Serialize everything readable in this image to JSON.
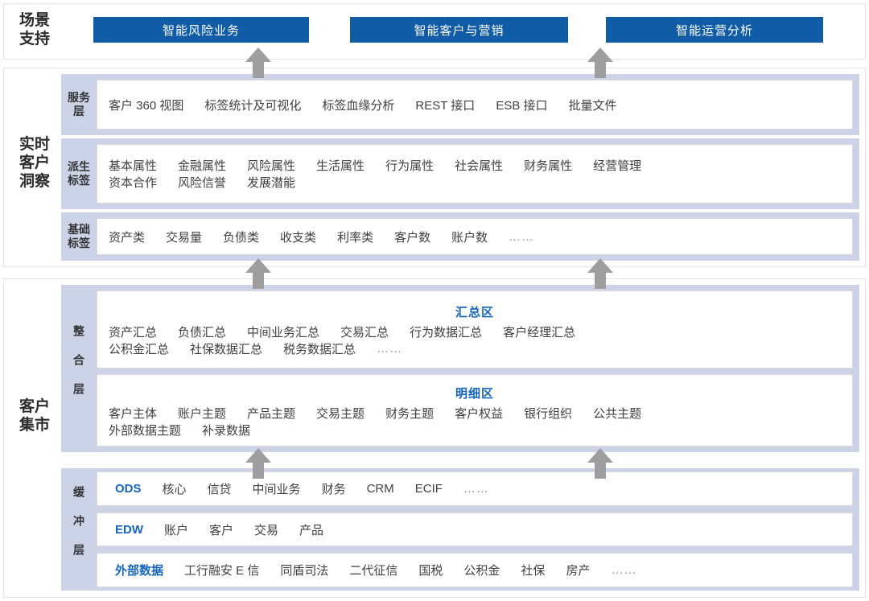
{
  "colors": {
    "accent_blue": "#115ca6",
    "text_blue": "#1565c0",
    "band": "#ccd3e7",
    "arrow_gray": "#9e9e9e",
    "panel_border": "#e3e3e3"
  },
  "scene": {
    "title": "场景\n支持",
    "title_lines": [
      "场景",
      "支持"
    ],
    "buttons": [
      {
        "label": "智能风险业务"
      },
      {
        "label": "智能客户与营销"
      },
      {
        "label": "智能运营分析"
      }
    ]
  },
  "insight": {
    "title_lines": [
      "实时",
      "客户",
      "洞察"
    ],
    "layers": [
      {
        "label": "服务层",
        "label_lines": [
          "服务",
          "层"
        ],
        "rows": [
          {
            "items": [
              "客户 360 视图",
              "标签统计及可视化",
              "标签血缘分析",
              "REST 接口",
              "ESB 接口",
              "批量文件"
            ]
          }
        ]
      },
      {
        "label": "派生标签",
        "label_lines": [
          "派生",
          "标签"
        ],
        "rows": [
          {
            "items": [
              "基本属性",
              "金融属性",
              "风险属性",
              "生活属性",
              "行为属性",
              "社会属性",
              "财务属性",
              "经营管理"
            ]
          },
          {
            "items": [
              "资本合作",
              "风险信誉",
              "发展潜能"
            ]
          }
        ]
      },
      {
        "label": "基础标签",
        "label_lines": [
          "基础",
          "标签"
        ],
        "rows": [
          {
            "items": [
              "资产类",
              "交易量",
              "负债类",
              "收支类",
              "利率类",
              "客户数",
              "账户数",
              "……"
            ]
          }
        ]
      }
    ]
  },
  "mart": {
    "title_lines": [
      "客户",
      "集市"
    ],
    "integrate": {
      "label": "整合层",
      "label_chars": [
        "整",
        "合",
        "层"
      ],
      "zones": [
        {
          "zone_title": "汇总区",
          "rows": [
            {
              "items": [
                "资产汇总",
                "负债汇总",
                "中间业务汇总",
                "交易汇总",
                "行为数据汇总",
                "客户经理汇总"
              ]
            },
            {
              "items": [
                "公积金汇总",
                "社保数据汇总",
                "税务数据汇总",
                "……"
              ]
            }
          ]
        },
        {
          "zone_title": "明细区",
          "rows": [
            {
              "items": [
                "客户主体",
                "账户主题",
                "产品主题",
                "交易主题",
                "财务主题",
                "客户权益",
                "银行组织",
                "公共主题"
              ]
            },
            {
              "items": [
                "外部数据主题",
                "补录数据"
              ]
            }
          ]
        }
      ]
    },
    "buffer": {
      "label": "缓冲层",
      "label_chars": [
        "缓",
        "冲",
        "层"
      ],
      "rows": [
        {
          "accent": "ODS",
          "items": [
            "核心",
            "信贷",
            "中间业务",
            "财务",
            "CRM",
            "ECIF",
            "……"
          ]
        },
        {
          "accent": "EDW",
          "items": [
            "账户",
            "客户",
            "交易",
            "产品"
          ]
        },
        {
          "accent": "外部数据",
          "items": [
            "工行融安 E 信",
            "同盾司法",
            "二代征信",
            "国税",
            "公积金",
            "社保",
            "房产",
            "……"
          ]
        }
      ]
    }
  },
  "arrows": [
    {
      "name": "arrow-scene-left"
    },
    {
      "name": "arrow-scene-right"
    },
    {
      "name": "arrow-insight-left"
    },
    {
      "name": "arrow-insight-right"
    },
    {
      "name": "arrow-mart-left"
    },
    {
      "name": "arrow-mart-right"
    }
  ]
}
